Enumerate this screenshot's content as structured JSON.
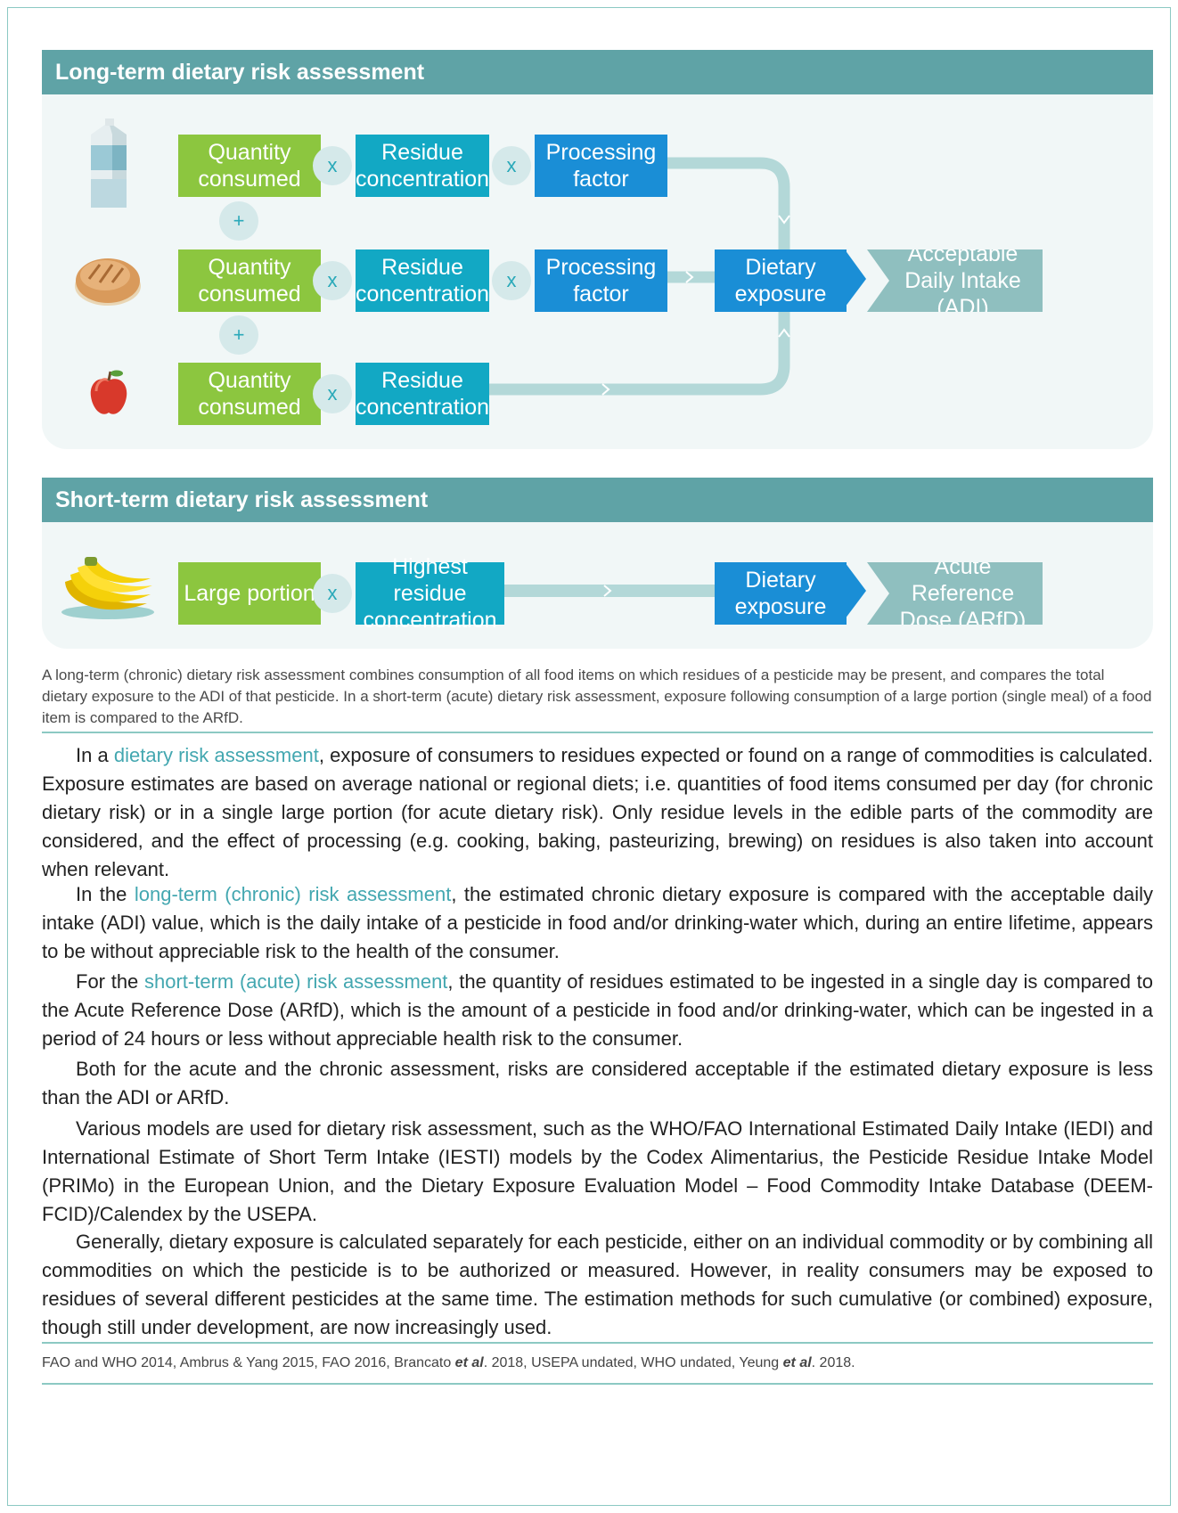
{
  "long_term": {
    "title": "Long-term dietary risk assessment",
    "row1": {
      "icon": "milk-carton-icon",
      "quantity": "Quantity consumed",
      "residue": "Residue concentration",
      "processing": "Processing factor"
    },
    "row2": {
      "icon": "bread-icon",
      "quantity": "Quantity consumed",
      "residue": "Residue concentration",
      "processing": "Processing factor"
    },
    "row3": {
      "icon": "apple-icon",
      "quantity": "Quantity consumed",
      "residue": "Residue concentration"
    },
    "times": "x",
    "plus": "+",
    "exposure": "Dietary exposure",
    "reference": "Acceptable Daily Intake (ADI)"
  },
  "short_term": {
    "title": "Short-term dietary risk assessment",
    "icon": "bananas-icon",
    "portion": "Large portion",
    "times": "x",
    "residue": "Highest residue concentration",
    "exposure": "Dietary exposure",
    "reference": "Acute Reference Dose (ARfD)"
  },
  "caption": "A long-term (chronic) dietary risk assessment combines consumption of all food items on which residues of a pesticide may be present, and compares the total dietary exposure to the ADI of that pesticide. In a short-term (acute) dietary risk assessment, exposure following consumption of a large portion (single meal) of a food item is compared to the ARfD.",
  "paragraphs": {
    "p1": {
      "a": "In a ",
      "link": "dietary risk assessment",
      "b": ", exposure of consumers to residues expected or found on a range of commodities is calculated. Exposure estimates are based on average national or regional diets; i.e. quantities of food items consumed per day (for chronic dietary risk) or in a single large portion (for acute dietary risk). Only residue levels in the edible parts of the commodity are considered, and the effect of processing (e.g. cooking, baking, pasteurizing, brewing) on residues is also taken into account when relevant."
    },
    "p2": {
      "a": "In the ",
      "link": "long-term (chronic) risk assessment",
      "b": ", the estimated chronic dietary exposure is compared with the acceptable daily intake (ADI) value, which is the daily intake of a pesticide in food and/or drinking-water which, during an entire lifetime, appears to be without appreciable risk to the health of the consumer."
    },
    "p3": {
      "a": "For the ",
      "link": "short-term (acute) risk assessment",
      "b": ", the quantity of residues estimated to be ingested in a single day is compared to the Acute Reference Dose (ARfD), which is the amount of a pesticide in food and/or drinking-water, which can be ingested in a period of 24 hours or less without appreciable health risk to the consumer."
    },
    "p4": "Both for the acute and the chronic assessment, risks are considered acceptable if the estimated dietary exposure is less than the ADI or ARfD.",
    "p5": "Various models are used for dietary risk assessment, such as the WHO/FAO International Estimated Daily Intake (IEDI) and International Estimate of Short Term Intake (IESTI) models by the Codex Alimentarius, the Pesticide Residue Intake Model (PRIMo) in the European Union, and the Dietary Exposure Evaluation Model – Food Commodity Intake Database (DEEM-FCID)/Calendex by the USEPA.",
    "p6": "Generally, dietary exposure is calculated separately for each pesticide, either on an individual commodity or by combining all commodities on which the pesticide is to be authorized or measured. However, in reality consumers may be exposed to residues of several different pesticides at the same time. The estimation methods for such cumulative (or combined) exposure, though still under development, are now increasingly used."
  },
  "references": {
    "a": "FAO and WHO 2014, Ambrus & Yang 2015, FAO 2016, Brancato ",
    "etal1": "et al",
    "b": ". 2018, USEPA undated, WHO undated, Yeung ",
    "etal2": "et al",
    "c": ". 2018."
  },
  "colors": {
    "green": "#8cc63f",
    "teal": "#12a8c4",
    "blue": "#1a8ed6",
    "grey": "#8fbfbf",
    "header": "#5fa3a6",
    "link": "#43a7b0",
    "connector": "#b3d8d8"
  }
}
